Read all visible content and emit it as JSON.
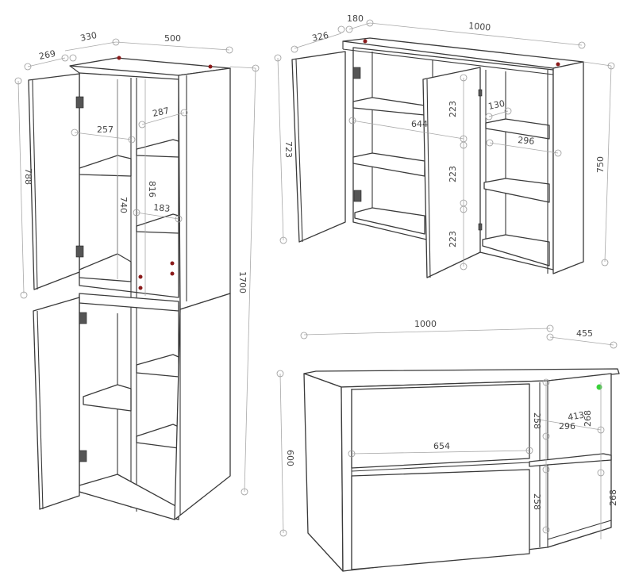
{
  "tall_cabinet": {
    "dimensions": {
      "depth_door": "269",
      "depth": "330",
      "width": "500",
      "shelf_right_depth": "287",
      "shelf_left_depth": "257",
      "door_height": "788",
      "inner_height_left": "740",
      "inner_height_right": "816",
      "shelf_small": "183",
      "total_height": "1700"
    }
  },
  "wall_cabinet": {
    "dimensions": {
      "top_depth": "180",
      "depth": "326",
      "width": "1000",
      "shelf_gap_1": "223",
      "shelf_gap_2": "223",
      "shelf_gap_3": "223",
      "shelf_small": "130",
      "inner_width": "644",
      "shelf_depth": "296",
      "door_height": "723",
      "total_height": "750"
    }
  },
  "base_cabinet": {
    "dimensions": {
      "width": "1000",
      "depth": "455",
      "drawer_height_1": "258",
      "drawer_height_2": "258",
      "shelf_depth": "413",
      "compartment_height_1": "268",
      "compartment_height_2": "268",
      "shelf_width": "296",
      "drawer_width": "654",
      "total_height": "600"
    }
  },
  "colors": {
    "line": "#3a3a3a",
    "dimension": "#a8a8a8",
    "marker": "#8a1a1a",
    "green_marker": "#3ad13a"
  }
}
